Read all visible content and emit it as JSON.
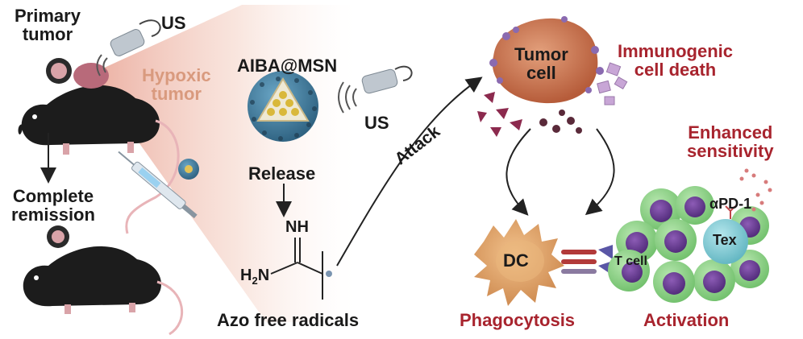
{
  "labels": {
    "primary_tumor": [
      "Primary",
      "tumor"
    ],
    "us_top": "US",
    "hypoxic_tumor": [
      "Hypoxic",
      "tumor"
    ],
    "nanoparticle": "AIBA@MSN",
    "us_right": "US",
    "release": "Release",
    "complete_remission": [
      "Complete",
      "remission"
    ],
    "nh": "NH",
    "h2n": "H",
    "h2n_sub": "2",
    "h2n_end": "N",
    "azo_radicals": "Azo free radicals",
    "attack": "Attack",
    "tumor_cell": [
      "Tumor",
      "cell"
    ],
    "icd": [
      "Immunogenic",
      "cell death"
    ],
    "enhanced": [
      "Enhanced",
      "sensitivity"
    ],
    "apd1": "αPD-1",
    "tex": "Tex",
    "dc": "DC",
    "tcell": "T cell",
    "phagocytosis": "Phagocytosis",
    "activation": "Activation"
  },
  "colors": {
    "label_red": "#a8242e",
    "label_tan": "#d99a7e",
    "mouse": "#1c1c1c",
    "tumor_cell": "#c9744f",
    "dc_cell": "#e0a670",
    "t_cell_body": "#8fd08a",
    "t_cell_nucleus": "#6b3e95",
    "tex_cell": "#7fcbd4",
    "nanoparticle": "#3a7394",
    "antigen": "#8c2a4e"
  }
}
